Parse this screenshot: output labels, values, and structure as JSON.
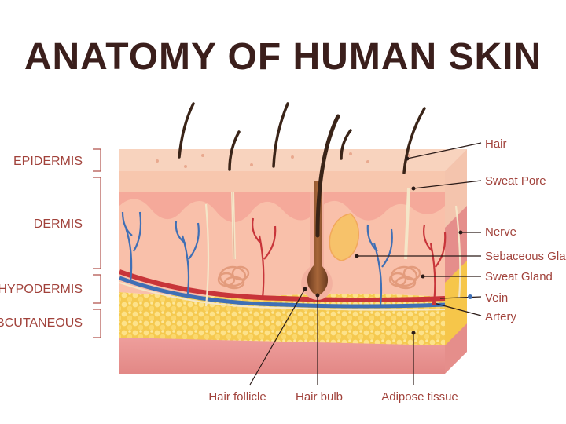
{
  "title": "ANATOMY OF HUMAN SKIN",
  "layers": [
    {
      "key": "epidermis",
      "label": "EPIDERMIS"
    },
    {
      "key": "dermis",
      "label": "DERMIS"
    },
    {
      "key": "hypodermis",
      "label": "HYPODERMIS"
    },
    {
      "key": "subcutaneous",
      "label": "SUBCUTANEOUS"
    }
  ],
  "callouts_right": [
    {
      "key": "hair",
      "label": "Hair"
    },
    {
      "key": "sweat-pore",
      "label": "Sweat Pore"
    },
    {
      "key": "nerve",
      "label": "Nerve"
    },
    {
      "key": "sebaceous",
      "label": "Sebaceous Gland"
    },
    {
      "key": "sweat-gland",
      "label": "Sweat Gland"
    },
    {
      "key": "vein",
      "label": "Vein"
    },
    {
      "key": "artery",
      "label": "Artery"
    }
  ],
  "callouts_bottom": [
    {
      "key": "hair-follicle",
      "label": "Hair follicle"
    },
    {
      "key": "hair-bulb",
      "label": "Hair bulb"
    },
    {
      "key": "adipose",
      "label": "Adipose tissue"
    }
  ],
  "colors": {
    "title": "#3b1f1c",
    "label": "#a1423b",
    "epidermis_top": "#f6c8b0",
    "dermis": "#f9b9a6",
    "fat": "#f7d062",
    "subcutaneous": "#e58e8b",
    "vein": "#3f6fb5",
    "artery": "#c8353a",
    "hair": "#3a2418"
  }
}
